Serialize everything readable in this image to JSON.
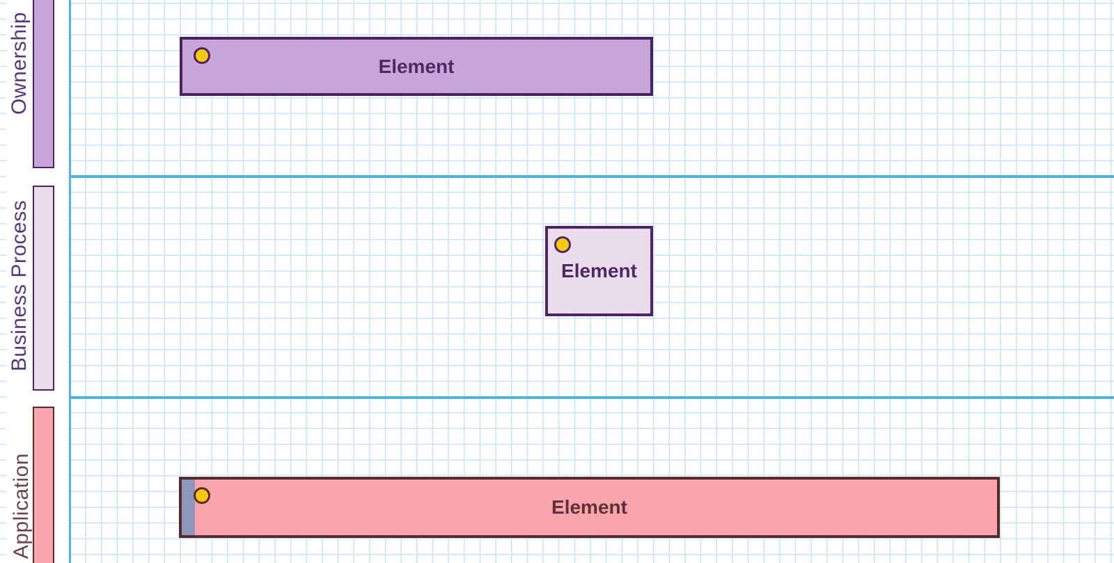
{
  "diagram": {
    "type": "swimlane-canvas",
    "background_color": "#ffffff",
    "grid_minor_color": "#c2e4f6",
    "grid_strong_color": "#4db3e6"
  },
  "lanes": [
    {
      "label": "Ownership",
      "bar_fill": "#c8a5d8",
      "bar_border": "#4e2166",
      "label_color": "#573779"
    },
    {
      "label": "Business Process",
      "bar_fill": "#eadcea",
      "bar_border": "#4e2166",
      "label_color": "#573779"
    },
    {
      "label": "Application",
      "bar_fill": "#fba4ab",
      "bar_border": "#572a2c",
      "label_color": "#6a464b"
    }
  ],
  "elements": [
    {
      "lane": "Ownership",
      "label": "Element",
      "fill": "#c8a5d8",
      "border": "#4a2060",
      "text_color": "#4c2a66",
      "badge": "yellow-dot"
    },
    {
      "lane": "Business Process",
      "label": "Element",
      "fill": "#eadcea",
      "border": "#4e2566",
      "text_color": "#4c2a66",
      "badge": "yellow-dot"
    },
    {
      "lane": "Application",
      "label": "Element",
      "fill": "#fba4ab",
      "border": "#572a2c",
      "text_color": "#5d3138",
      "badge": "yellow-dot",
      "accent_strip_color": "#8e96bd"
    }
  ],
  "badge": {
    "dot_fill": "#f6c80e"
  }
}
